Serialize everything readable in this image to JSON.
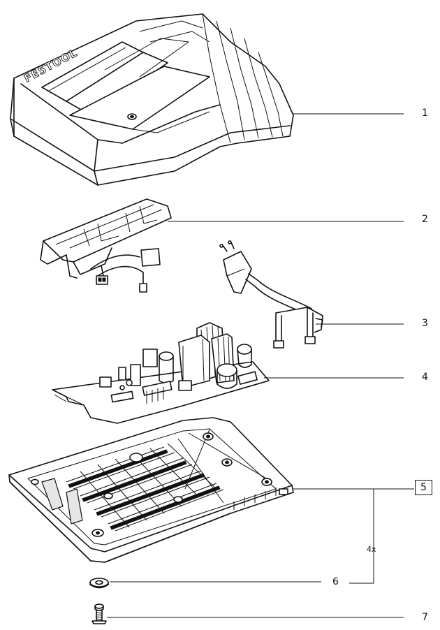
{
  "brand_logo_text": "FESTOOL",
  "callouts": [
    {
      "id": "1",
      "part": "housing-top-cover",
      "boxed": false
    },
    {
      "id": "2",
      "part": "battery-contact-holder",
      "boxed": false
    },
    {
      "id": "3",
      "part": "power-plug-cable",
      "boxed": false
    },
    {
      "id": "4",
      "part": "circuit-board",
      "boxed": false
    },
    {
      "id": "5",
      "part": "base-plate",
      "boxed": true
    },
    {
      "id": "6",
      "part": "foot-pad",
      "boxed": false
    },
    {
      "id": "7",
      "part": "screw",
      "boxed": false
    }
  ],
  "quantity_label": "4x"
}
